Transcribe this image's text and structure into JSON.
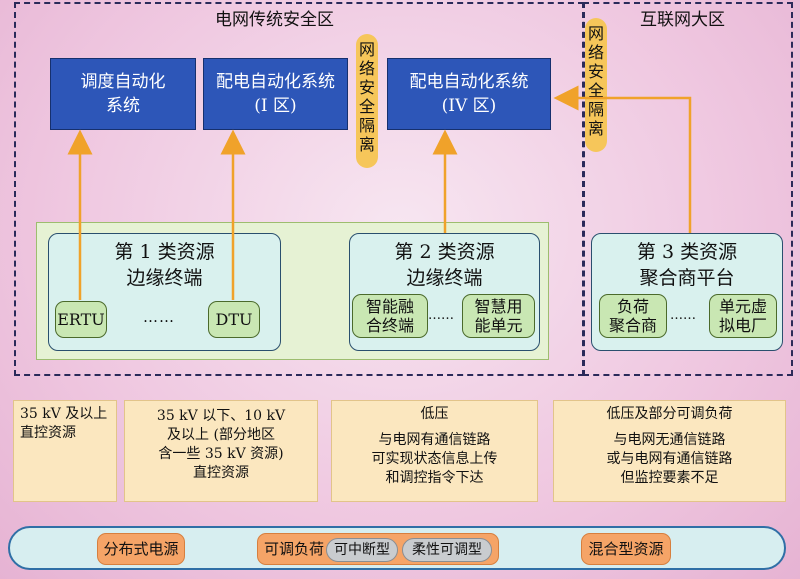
{
  "zones": {
    "grid": {
      "title": "电网传统安全区"
    },
    "internet": {
      "title": "互联网大区"
    }
  },
  "systems": {
    "dispatch": {
      "line1": "调度自动化",
      "line2": "系统"
    },
    "dist1": {
      "line1": "配电自动化系统",
      "line2": "(I 区)"
    },
    "dist4": {
      "line1": "配电自动化系统",
      "line2": "(IV 区)"
    }
  },
  "isolation": {
    "grid": [
      "网",
      "络",
      "安",
      "全",
      "隔",
      "离"
    ],
    "internet": [
      "网",
      "络",
      "安",
      "全",
      "隔",
      "离"
    ]
  },
  "resources": {
    "r1": {
      "line1": "第 1 类资源",
      "line2": "边缘终端",
      "dev_a": "ERTU",
      "dots": "……",
      "dev_b": "DTU"
    },
    "r2": {
      "line1": "第 2 类资源",
      "line2": "边缘终端",
      "dev_a1": "智能融",
      "dev_a2": "合终端",
      "dots": "……",
      "dev_b1": "智慧用",
      "dev_b2": "能单元"
    },
    "r3": {
      "line1": "第 3 类资源",
      "line2": "聚合商平台",
      "dev_a1": "负荷",
      "dev_a2": "聚合商",
      "dots": "……",
      "dev_b1": "单元虚",
      "dev_b2": "拟电厂"
    }
  },
  "descriptions": {
    "d1": [
      "35 kV 及以上",
      "直控资源"
    ],
    "d2": [
      "35 kV 以下、10 kV",
      "及以上 (部分地区",
      "含一些 35 kV 资源)",
      "直控资源"
    ],
    "d3": [
      "低压",
      "",
      "与电网有通信链路",
      "可实现状态信息上传",
      "和调控指令下达"
    ],
    "d4": [
      "低压及部分可调负荷",
      "",
      "与电网无通信链路",
      "或与电网有通信链路",
      "但监控要素不足"
    ]
  },
  "bottom": {
    "distributed": "分布式电源",
    "adjustable": "可调负荷",
    "interruptible": "可中断型",
    "flexible": "柔性可调型",
    "hybrid": "混合型资源"
  },
  "colors": {
    "system_blue": "#2d56b8",
    "arrow_orange": "#f0a22a",
    "isolation_yellow": "#f6c65a"
  }
}
